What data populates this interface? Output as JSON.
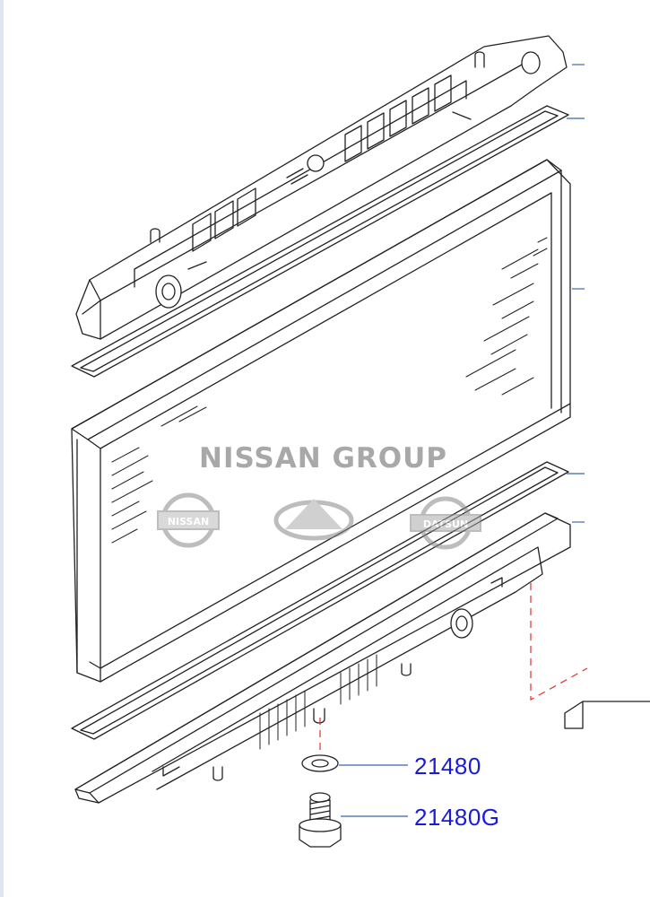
{
  "watermark": {
    "text": "NISSAN GROUP",
    "logos": [
      "NISSAN",
      "INFINITI",
      "DATSUN"
    ],
    "color": "#9a9a9a"
  },
  "callouts": [
    {
      "id": "washer",
      "label": "21480"
    },
    {
      "id": "bolt",
      "label": "21480G"
    }
  ],
  "colors": {
    "line": "#222222",
    "callout_text": "#1a1adb",
    "leader": "#5a7fb5",
    "dashed": "#e03030"
  }
}
